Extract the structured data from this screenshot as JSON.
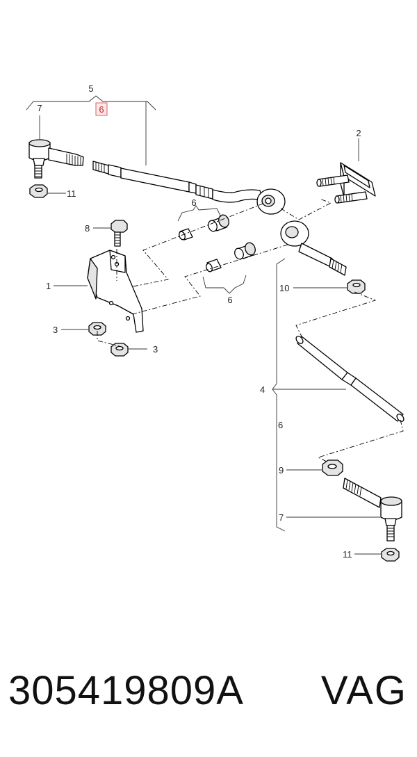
{
  "diagram": {
    "callouts": [
      {
        "id": "c5-top",
        "text": "5"
      },
      {
        "id": "c6-top-highlight",
        "text": "6"
      },
      {
        "id": "c7-top",
        "text": "7"
      },
      {
        "id": "c11-top",
        "text": "11"
      },
      {
        "id": "c2",
        "text": "2"
      },
      {
        "id": "c6-mid-upper",
        "text": "6"
      },
      {
        "id": "c8",
        "text": "8"
      },
      {
        "id": "c1",
        "text": "1"
      },
      {
        "id": "c10",
        "text": "10"
      },
      {
        "id": "c6-mid-lower",
        "text": "6"
      },
      {
        "id": "c3-left",
        "text": "3"
      },
      {
        "id": "c3-right",
        "text": "3"
      },
      {
        "id": "c4",
        "text": "4"
      },
      {
        "id": "c6-right",
        "text": "6"
      },
      {
        "id": "c9",
        "text": "9"
      },
      {
        "id": "c7-bottom",
        "text": "7"
      },
      {
        "id": "c11-bottom",
        "text": "11"
      }
    ],
    "highlight_color": "#d0202a"
  },
  "footer": {
    "part_number": "305419809A",
    "brand": "VAG"
  }
}
